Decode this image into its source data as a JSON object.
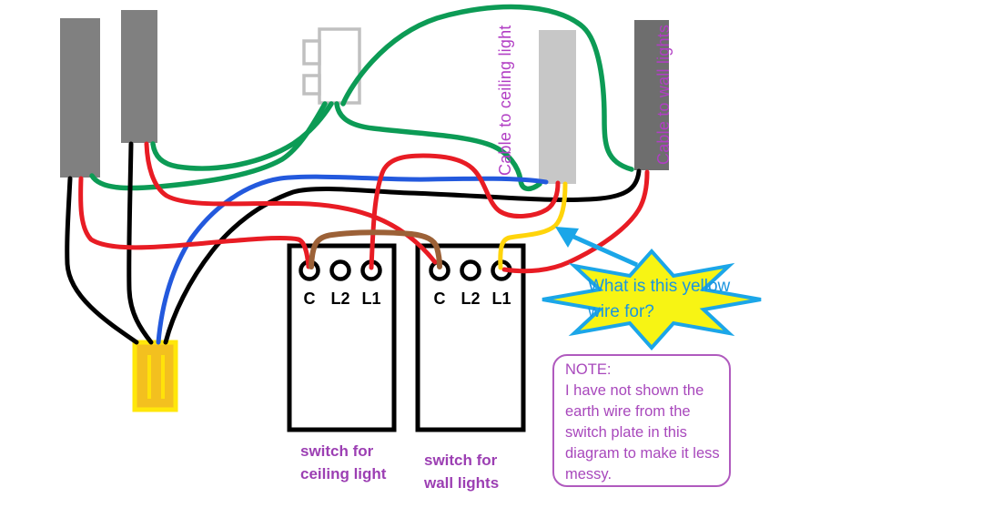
{
  "diagram": {
    "cable_labels": {
      "ceiling": "Cable to ceiling light",
      "wall": "Cable to wall lights"
    },
    "switches": [
      {
        "caption": [
          "switch for",
          "ceiling light"
        ],
        "terminals": [
          "C",
          "L2",
          "L1"
        ]
      },
      {
        "caption": [
          "switch for",
          "wall lights"
        ],
        "terminals": [
          "C",
          "L2",
          "L1"
        ]
      }
    ],
    "callout": {
      "text": [
        "What is this yellow",
        "wire for?"
      ]
    },
    "note": {
      "title": "NOTE:",
      "lines": [
        "I have not shown the",
        "earth wire from the",
        "switch plate in this",
        "diagram to make it less",
        "messy."
      ]
    },
    "colors": {
      "wire_green": "#0C9B55",
      "wire_red": "#E81C24",
      "wire_blue": "#2359DD",
      "wire_black": "#000000",
      "wire_brown": "#9C6137",
      "wire_yellow": "#FFD40A",
      "supply_cable_gray": "#808080",
      "ceiling_cable_gray": "#C7C7C7",
      "wall_cable_gray": "#6E6E6E",
      "connector_block_yellow": "#F3C01F",
      "label_purple": "#B13EC4",
      "caption_purple": "#9C3FB3",
      "note_purple": "#A848BC",
      "callout_blue": "#1BA6E8",
      "callout_yellow": "#F7F414"
    }
  }
}
